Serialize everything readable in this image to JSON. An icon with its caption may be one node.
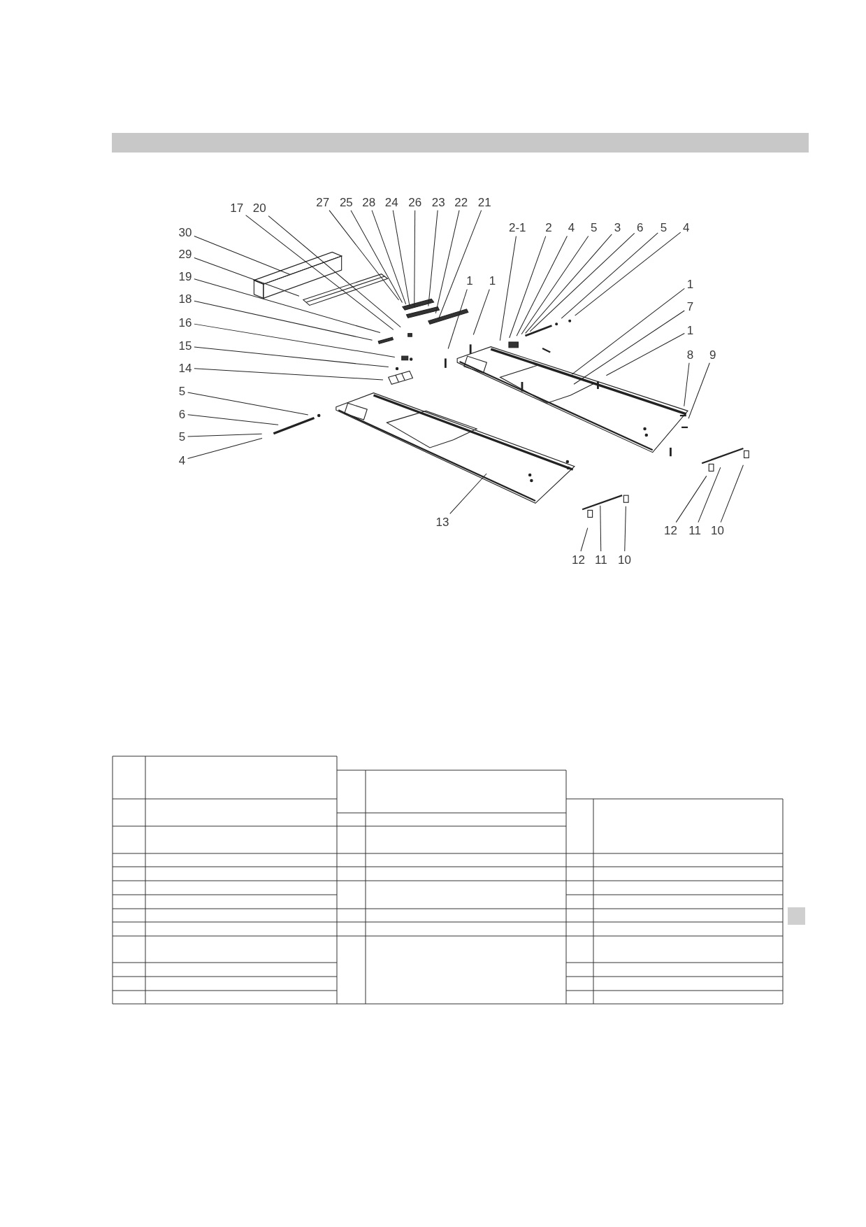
{
  "diagram": {
    "nodes": [
      {
        "text": [
          "27"
        ]
      },
      {
        "text": [
          "25"
        ]
      },
      {
        "text": [
          "28"
        ]
      },
      {
        "text": [
          "24"
        ]
      },
      {
        "text": [
          "26"
        ]
      },
      {
        "text": [
          "23"
        ]
      },
      {
        "text": [
          "22"
        ]
      },
      {
        "text": [
          "21"
        ]
      },
      {
        "text": [
          "17"
        ]
      },
      {
        "text": [
          "20"
        ]
      },
      {
        "text": [
          "2-1"
        ]
      },
      {
        "text": [
          "2"
        ]
      },
      {
        "text": [
          "4"
        ]
      },
      {
        "text": [
          "5"
        ]
      },
      {
        "text": [
          "3"
        ]
      },
      {
        "text": [
          "6"
        ]
      },
      {
        "text": [
          "5"
        ]
      },
      {
        "text": [
          "4"
        ]
      },
      {
        "text": [
          "30"
        ]
      },
      {
        "text": [
          "29"
        ]
      },
      {
        "text": [
          "19"
        ]
      },
      {
        "text": [
          "1"
        ]
      },
      {
        "text": [
          "1"
        ]
      },
      {
        "text": [
          "1"
        ]
      },
      {
        "text": [
          "18"
        ]
      },
      {
        "text": [
          "7"
        ]
      },
      {
        "text": [
          "16"
        ]
      },
      {
        "text": [
          "1"
        ]
      },
      {
        "text": [
          "15"
        ]
      },
      {
        "text": [
          "8"
        ]
      },
      {
        "text": [
          "9"
        ]
      },
      {
        "text": [
          "14"
        ]
      },
      {
        "text": [
          "5"
        ]
      },
      {
        "text": [
          "6"
        ]
      },
      {
        "text": [
          "5"
        ]
      },
      {
        "text": [
          "4"
        ]
      },
      {
        "text": [
          "13"
        ]
      },
      {
        "text": [
          "12"
        ]
      },
      {
        "text": [
          "11"
        ]
      },
      {
        "text": [
          "10"
        ]
      },
      {
        "text": [
          "12"
        ]
      },
      {
        "text": [
          "11"
        ]
      },
      {
        "text": [
          "10"
        ]
      }
    ],
    "edges": [
      {
        "from": 0,
        "to": null,
        "arrow": "none"
      },
      {
        "from": 1,
        "to": null,
        "arrow": "none"
      },
      {
        "from": 2,
        "to": null,
        "arrow": "none"
      },
      {
        "from": 3,
        "to": null,
        "arrow": "none"
      },
      {
        "from": 4,
        "to": null,
        "arrow": "none"
      },
      {
        "from": 5,
        "to": null,
        "arrow": "none"
      },
      {
        "from": 6,
        "to": null,
        "arrow": "none"
      },
      {
        "from": 7,
        "to": null,
        "arrow": "none"
      },
      {
        "from": 8,
        "to": null,
        "arrow": "none"
      },
      {
        "from": 9,
        "to": null,
        "arrow": "none"
      },
      {
        "from": 10,
        "to": null,
        "arrow": "none"
      },
      {
        "from": 11,
        "to": null,
        "arrow": "none"
      },
      {
        "from": 12,
        "to": null,
        "arrow": "none"
      },
      {
        "from": 13,
        "to": null,
        "arrow": "none"
      },
      {
        "from": 14,
        "to": null,
        "arrow": "none"
      },
      {
        "from": 15,
        "to": null,
        "arrow": "none"
      },
      {
        "from": 16,
        "to": null,
        "arrow": "none"
      },
      {
        "from": 17,
        "to": null,
        "arrow": "none"
      },
      {
        "from": 18,
        "to": null,
        "arrow": "none"
      },
      {
        "from": 19,
        "to": null,
        "arrow": "none"
      },
      {
        "from": 20,
        "to": null,
        "arrow": "none"
      },
      {
        "from": 21,
        "to": null,
        "arrow": "none"
      },
      {
        "from": 22,
        "to": null,
        "arrow": "none"
      },
      {
        "from": 23,
        "to": null,
        "arrow": "none"
      },
      {
        "from": 24,
        "to": null,
        "arrow": "none"
      },
      {
        "from": 25,
        "to": null,
        "arrow": "none"
      },
      {
        "from": 26,
        "to": null,
        "arrow": "none"
      },
      {
        "from": 27,
        "to": null,
        "arrow": "none"
      },
      {
        "from": 28,
        "to": null,
        "arrow": "none"
      },
      {
        "from": 29,
        "to": null,
        "arrow": "none"
      },
      {
        "from": 30,
        "to": null,
        "arrow": "none"
      },
      {
        "from": 31,
        "to": null,
        "arrow": "none"
      },
      {
        "from": 32,
        "to": null,
        "arrow": "none"
      },
      {
        "from": 33,
        "to": null,
        "arrow": "none"
      },
      {
        "from": 34,
        "to": null,
        "arrow": "none"
      },
      {
        "from": 35,
        "to": null,
        "arrow": "none"
      },
      {
        "from": 36,
        "to": null,
        "arrow": "none"
      },
      {
        "from": 37,
        "to": null,
        "arrow": "none"
      },
      {
        "from": 38,
        "to": null,
        "arrow": "none"
      },
      {
        "from": 39,
        "to": null,
        "arrow": "none"
      },
      {
        "from": 40,
        "to": null,
        "arrow": "none"
      },
      {
        "from": 41,
        "to": null,
        "arrow": "none"
      },
      {
        "from": 42,
        "to": null,
        "arrow": "none"
      }
    ]
  }
}
